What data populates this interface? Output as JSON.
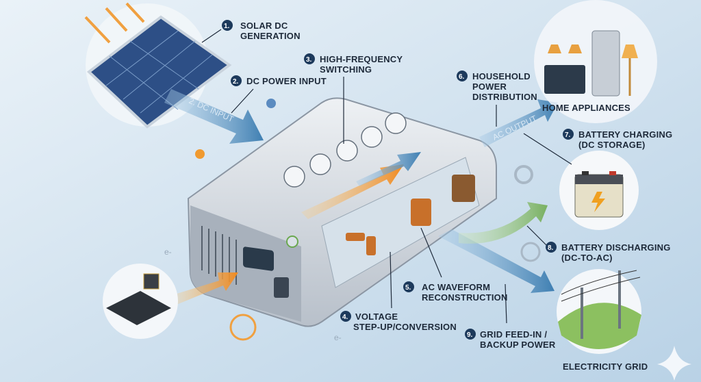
{
  "labels": {
    "step1": {
      "num": "1.",
      "lines": [
        "SOLAR DC",
        "GENERATION"
      ]
    },
    "step2": {
      "num": "2.",
      "lines": [
        "DC POWER INPUT"
      ]
    },
    "step3": {
      "num": "3.",
      "lines": [
        "HIGH-FREQUENCY",
        "SWITCHING"
      ]
    },
    "step4": {
      "num": "4.",
      "lines": [
        "VOLTAGE",
        "STEP-UP/CONVERSION"
      ]
    },
    "step5": {
      "num": "5.",
      "lines": [
        "AC WAVEFORM",
        "RECONSTRUCTION"
      ]
    },
    "step6": {
      "num": "6.",
      "lines": [
        "HOUSEHOLD",
        "POWER",
        "DISTRIBUTION"
      ]
    },
    "step7": {
      "num": "7.",
      "lines": [
        "BATTERY CHARGING",
        "(DC STORAGE)"
      ]
    },
    "step8": {
      "num": "8.",
      "lines": [
        "BATTERY DISCHARGING",
        "(DC-TO-AC)"
      ]
    },
    "step9": {
      "num": "9.",
      "lines": [
        "GRID FEED-IN /",
        "BACKUP POWER"
      ]
    }
  },
  "captions": {
    "home": "HOME APPLIANCES",
    "grid": "ELECTRICITY GRID"
  },
  "arrows": {
    "dc_input": "2. DC INPUT",
    "ac_output": "AC OUTPUT"
  },
  "electron": "e-",
  "colors": {
    "badge": "#1d3a5c",
    "arrow_blue": "#4a86b8",
    "arrow_orange": "#f0a040",
    "arrow_green": "#8cc070",
    "background": "#dde9f3"
  }
}
